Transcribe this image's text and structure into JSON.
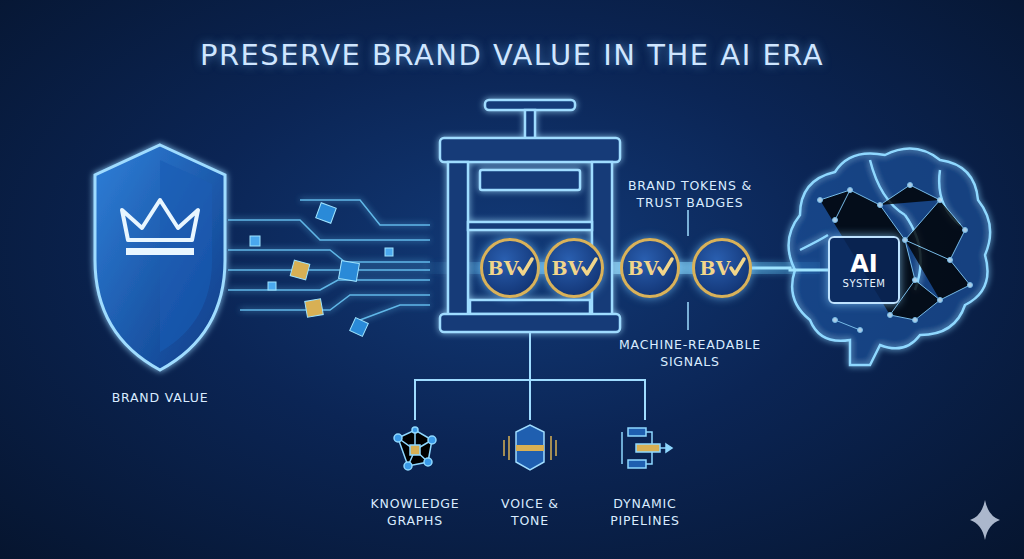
{
  "diagram": {
    "title": "PRESERVE BRAND VALUE IN THE AI ERA",
    "nodes": [
      {
        "text": [
          "BV"
        ]
      },
      {
        "text": [
          "BV"
        ]
      },
      {
        "text": [
          "BV"
        ]
      },
      {
        "text": [
          "BV"
        ]
      },
      {
        "text": [
          "AI",
          "SYSTEM"
        ]
      }
    ],
    "edges": [
      {
        "from": 3,
        "to": 4,
        "arrow": "none"
      }
    ],
    "labels": [
      "BRAND TOKENS & TRUST BADGES",
      "MACHINE-READABLE SIGNALS",
      "BRAND VALUE",
      "KNOWLEDGE GRAPHS",
      "VOICE & TONE",
      "DYNAMIC PIPELINES"
    ]
  }
}
